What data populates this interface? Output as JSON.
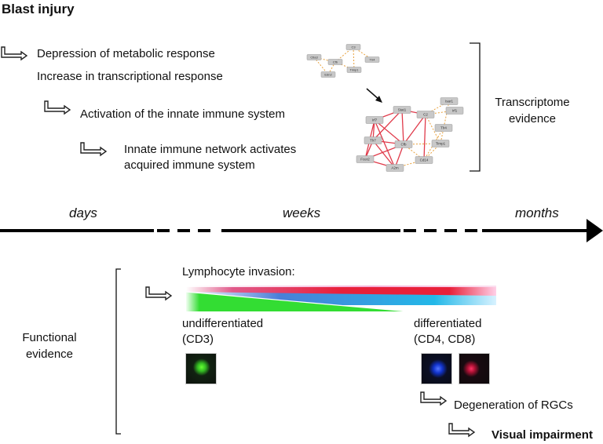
{
  "title": "Blast injury",
  "steps": [
    "Depression of metabolic response",
    "Increase in transcriptional response",
    "Activation of the innate immune system",
    "Innate immune network activates",
    "acquired immune system"
  ],
  "transcriptome_label": [
    "Transcriptome",
    "evidence"
  ],
  "timeline": {
    "days": "days",
    "weeks": "weeks",
    "months": "months"
  },
  "lymphocyte_label": "Lymphocyte invasion:",
  "undiff": [
    "undifferentiated",
    "(CD3)"
  ],
  "diff": [
    "differentiated",
    "(CD4, CD8)"
  ],
  "functional_label": [
    "Functional",
    "evidence"
  ],
  "degeneration": "Degeneration of RGCs",
  "visual": "Visual impairment",
  "network_small": {
    "nodes": [
      {
        "id": "c3",
        "label": "C3"
      },
      {
        "id": "cfb",
        "label": "Cfb"
      },
      {
        "id": "tlr4",
        "label": "Tlr4"
      },
      {
        "id": "c6a3",
        "label": "Ctla3"
      },
      {
        "id": "timp",
        "label": "Timp1"
      },
      {
        "id": "edn2",
        "label": "Edn2"
      }
    ],
    "edges": [
      [
        "c3",
        "cfb"
      ],
      [
        "c3",
        "tlr4"
      ],
      [
        "c6a3",
        "cfb"
      ],
      [
        "cfb",
        "edn2"
      ],
      [
        "cfb",
        "timp"
      ],
      [
        "c3",
        "timp"
      ],
      [
        "c6a3",
        "edn2"
      ]
    ]
  },
  "network_large": {
    "nodes": [
      {
        "id": "stat1",
        "label": "Stat1"
      },
      {
        "id": "c2",
        "label": "C2"
      },
      {
        "id": "irf1",
        "label": "Irf1"
      },
      {
        "id": "irf7",
        "label": "Irf7"
      },
      {
        "id": "irf9",
        "label": "Isar1"
      },
      {
        "id": "tlr4",
        "label": "Tlr4"
      },
      {
        "id": "cfb",
        "label": "Cfb"
      },
      {
        "id": "timp",
        "label": "Timp1"
      },
      {
        "id": "tlr7",
        "label": "Tlr7"
      },
      {
        "id": "fcer",
        "label": "Fcer2"
      },
      {
        "id": "cd14",
        "label": "Cd14"
      },
      {
        "id": "a2m",
        "label": "A2m"
      }
    ],
    "edges_red": [
      [
        "stat1",
        "irf7"
      ],
      [
        "stat1",
        "cfb"
      ],
      [
        "stat1",
        "c2"
      ],
      [
        "irf7",
        "cfb"
      ],
      [
        "irf7",
        "tlr7"
      ],
      [
        "tlr7",
        "cfb"
      ],
      [
        "tlr7",
        "a2m"
      ],
      [
        "fcer",
        "cfb"
      ],
      [
        "fcer",
        "a2m"
      ],
      [
        "cfb",
        "a2m"
      ],
      [
        "irf7",
        "a2m"
      ],
      [
        "c2",
        "cfb"
      ],
      [
        "c2",
        "cd14"
      ],
      [
        "tlr7",
        "fcer"
      ],
      [
        "stat1",
        "tlr7"
      ],
      [
        "irf7",
        "fcer"
      ]
    ],
    "edges_dash": [
      [
        "c2",
        "irf1"
      ],
      [
        "c2",
        "timp"
      ],
      [
        "cfb",
        "timp"
      ],
      [
        "cd14",
        "timp"
      ],
      [
        "tlr4",
        "cd14"
      ],
      [
        "irf9",
        "c2"
      ],
      [
        "irf9",
        "timp"
      ],
      [
        "cfb",
        "cd14"
      ],
      [
        "a2m",
        "cd14"
      ]
    ]
  },
  "colors": {
    "arrow": "#111111",
    "edge": "#e03a4a",
    "edge_dash": "#e8a13c",
    "node": "#c8c8c8",
    "green": "#33dd33",
    "red": "#e8203a",
    "blue": "#23b8e8",
    "pink": "#f06bb8"
  }
}
